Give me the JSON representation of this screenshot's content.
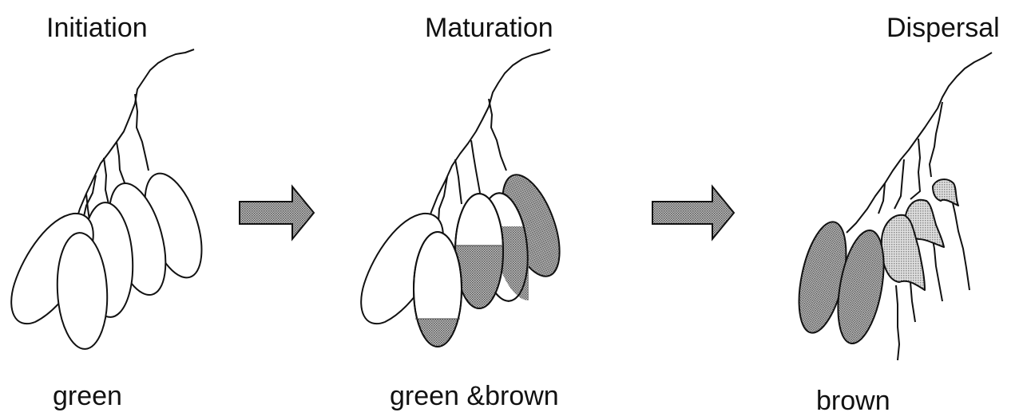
{
  "stages": [
    {
      "title": "Initiation",
      "caption": "green"
    },
    {
      "title": "Maturation",
      "caption": "green &brown"
    },
    {
      "title": "Dispersal",
      "caption": "brown"
    }
  ],
  "colors": {
    "line": "#111111",
    "stipple_dark": "#8a8a8a",
    "stipple_light": "#bdbdbd",
    "arrow_fill": "#9a9a9a"
  }
}
